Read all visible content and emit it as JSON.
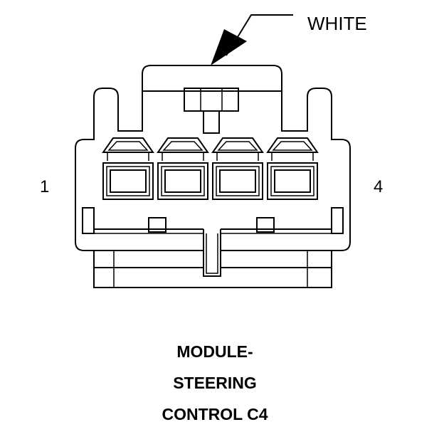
{
  "callout": {
    "label": "WHITE"
  },
  "pins": {
    "left": "1",
    "right": "4"
  },
  "title": {
    "lines": [
      "MODULE-",
      "STEERING",
      "CONTROL C4"
    ]
  },
  "connector": {
    "cavity_count": 4,
    "color": "#000000"
  }
}
